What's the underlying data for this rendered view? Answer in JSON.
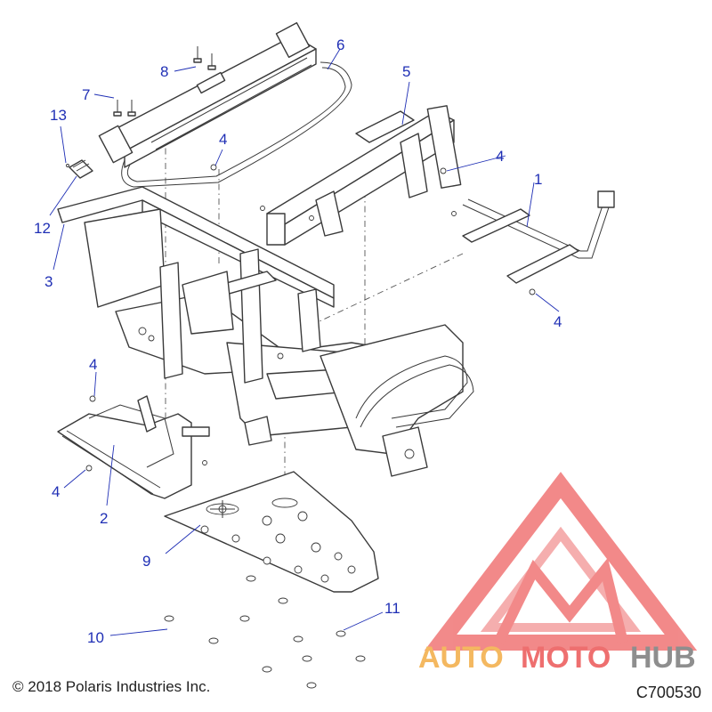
{
  "callouts": [
    {
      "id": "c1",
      "label": "1"
    },
    {
      "id": "c2",
      "label": "2"
    },
    {
      "id": "c3",
      "label": "3"
    },
    {
      "id": "c4a",
      "label": "4"
    },
    {
      "id": "c4b",
      "label": "4"
    },
    {
      "id": "c4c",
      "label": "4"
    },
    {
      "id": "c4d",
      "label": "4"
    },
    {
      "id": "c4e",
      "label": "4"
    },
    {
      "id": "c5",
      "label": "5"
    },
    {
      "id": "c6",
      "label": "6"
    },
    {
      "id": "c7",
      "label": "7"
    },
    {
      "id": "c8",
      "label": "8"
    },
    {
      "id": "c9",
      "label": "9"
    },
    {
      "id": "c10",
      "label": "10"
    },
    {
      "id": "c11",
      "label": "11"
    },
    {
      "id": "c12",
      "label": "12"
    },
    {
      "id": "c13",
      "label": "13"
    }
  ],
  "footer": {
    "copyright": "© 2018 Polaris Industries Inc.",
    "doc_number": "C700530"
  },
  "watermark": {
    "part1": "AUTO",
    "part2": "MOTO",
    "part3": "HUB",
    "color_auto": "#f4b860",
    "color_moto": "#ee6f6f",
    "color_hub": "#8e8e8e"
  },
  "colors": {
    "callout": "#1f2fb5",
    "lineart": "#3a3a3a",
    "logo_red": "#f07575"
  }
}
